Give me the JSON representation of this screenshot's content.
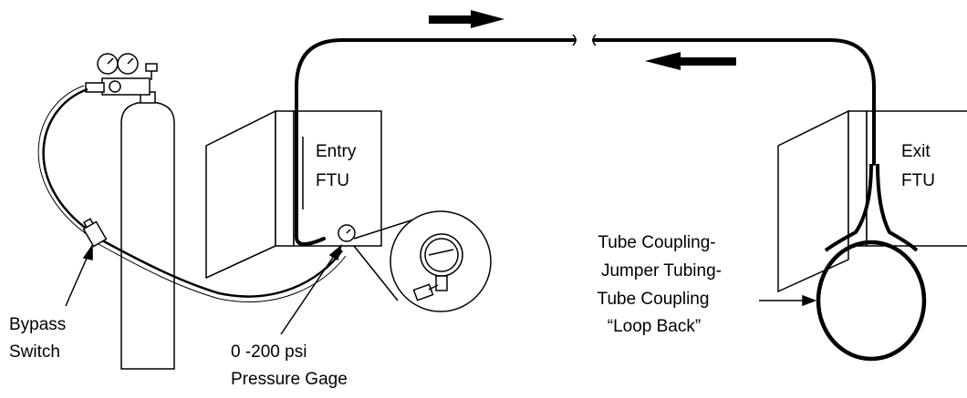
{
  "labels": {
    "entry_ftu": [
      "Entry",
      "FTU"
    ],
    "exit_ftu": [
      "Exit",
      "FTU"
    ],
    "bypass_switch": [
      "Bypass",
      "Switch"
    ],
    "pressure_gage": [
      "0 -200 psi",
      "Pressure Gage"
    ],
    "loop_back": [
      "Tube Coupling-",
      "Jumper Tubing-",
      "Tube Coupling",
      "“Loop Back”"
    ]
  },
  "flow_arrows": [
    "flow-right-arrow",
    "flow-left-arrow"
  ],
  "colors": {
    "line": "#000000",
    "background": "#ffffff"
  }
}
